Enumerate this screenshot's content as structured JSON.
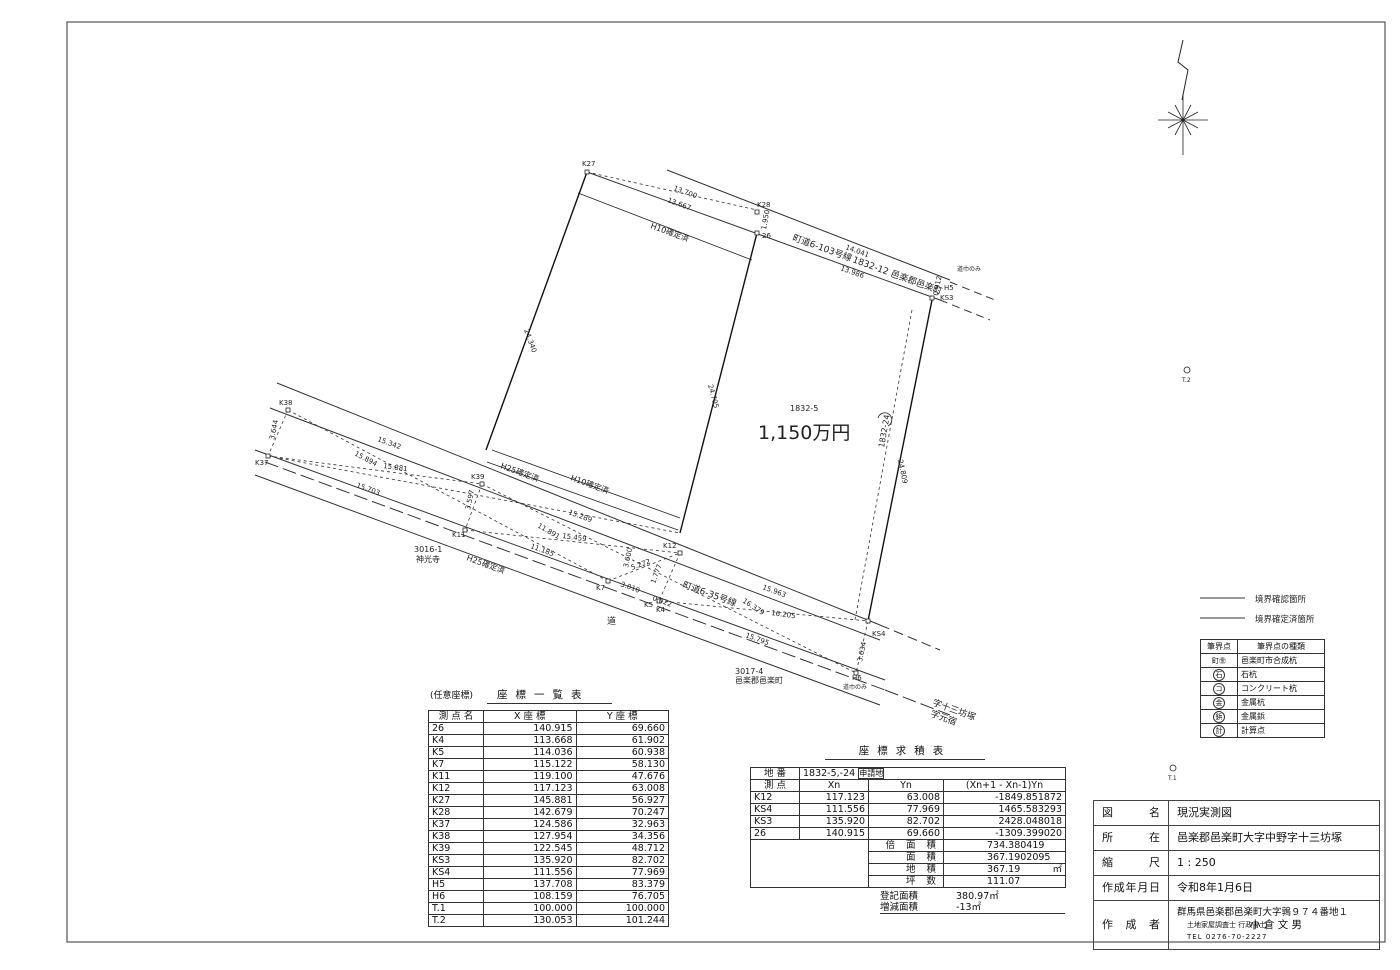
{
  "map": {
    "parcel_id": "1832-5",
    "price": "1,150万円",
    "points": [
      "K27",
      "K28",
      "26",
      "H5",
      "KS3",
      "K38",
      "K37",
      "K39",
      "K11",
      "K12",
      "K7",
      "K5",
      "K4",
      "KS4",
      "H6"
    ],
    "distances": [
      "13.700",
      "13.667",
      "14.041",
      "13.986",
      "1.950",
      "0.912",
      "24.340",
      "24.705",
      "24.809",
      "15.342",
      "15.894",
      "15.881",
      "15.703",
      "3.644",
      "3.597",
      "15.289",
      "11.891",
      "15.459",
      "11.185",
      "3.600",
      "5.272",
      "3.010",
      "1.777",
      "0.022",
      "15.963",
      "16.379",
      "16.205",
      "15.795",
      "3.634"
    ],
    "notes": [
      "H10確定済",
      "H25確定済",
      "H10確定済",
      "H25確定済",
      "町道6-103号線",
      "1832-12 邑楽郡邑楽町",
      "町道6-35号線",
      "道",
      "1832-24",
      "3016-1",
      "神光寺",
      "3017-4",
      "邑楽郡邑楽町",
      "字十三坊塚",
      "字元宿",
      "道巾のみ",
      "道巾のみ",
      "T.1",
      "T.2"
    ]
  },
  "legend": {
    "lines": [
      "境界確認箇所",
      "境界確定済箇所"
    ],
    "header": [
      "筆界点",
      "筆界点の種類"
    ],
    "rows": [
      {
        "mark": "町㊎",
        "label": "邑楽町市合成杭"
      },
      {
        "mark": "石",
        "label": "石杭"
      },
      {
        "mark": "コ",
        "label": "コンクリート杭"
      },
      {
        "mark": "金",
        "label": "金属杭"
      },
      {
        "mark": "鋲",
        "label": "金属鋲"
      },
      {
        "mark": "計",
        "label": "計算点"
      }
    ]
  },
  "coord_table": {
    "note": "(任意座標)",
    "title": "座標一覧表",
    "headers": [
      "測 点 名",
      "X 座 標",
      "Y 座 標"
    ],
    "rows": [
      [
        "26",
        "140.915",
        "69.660"
      ],
      [
        "K4",
        "113.668",
        "61.902"
      ],
      [
        "K5",
        "114.036",
        "60.938"
      ],
      [
        "K7",
        "115.122",
        "58.130"
      ],
      [
        "K11",
        "119.100",
        "47.676"
      ],
      [
        "K12",
        "117.123",
        "63.008"
      ],
      [
        "K27",
        "145.881",
        "56.927"
      ],
      [
        "K28",
        "142.679",
        "70.247"
      ],
      [
        "K37",
        "124.586",
        "32.963"
      ],
      [
        "K38",
        "127.954",
        "34.356"
      ],
      [
        "K39",
        "122.545",
        "48.712"
      ],
      [
        "KS3",
        "135.920",
        "82.702"
      ],
      [
        "KS4",
        "111.556",
        "77.969"
      ],
      [
        "H5",
        "137.708",
        "83.379"
      ],
      [
        "H6",
        "108.159",
        "76.705"
      ],
      [
        "T.1",
        "100.000",
        "100.000"
      ],
      [
        "T.2",
        "130.053",
        "101.244"
      ]
    ]
  },
  "area_table": {
    "title": "座標求積表",
    "lot_label": "地 番",
    "lot_value": "1832-5,-24",
    "lot_tag": "申請地",
    "headers": [
      "測 点",
      "Xn",
      "Yn",
      "(Xn+1 - Xn-1)Yn"
    ],
    "rows": [
      [
        "K12",
        "117.123",
        "63.008",
        "-1849.851872"
      ],
      [
        "KS4",
        "111.556",
        "77.969",
        "1465.583293"
      ],
      [
        "KS3",
        "135.920",
        "82.702",
        "2428.048018"
      ],
      [
        "26",
        "140.915",
        "69.660",
        "-1309.399020"
      ]
    ],
    "summary": [
      {
        "label": "倍 面 積",
        "value": "734.380419",
        "unit": ""
      },
      {
        "label": "面 積",
        "value": "367.1902095",
        "unit": ""
      },
      {
        "label": "地 積",
        "value": "367.19",
        "unit": "㎡"
      },
      {
        "label": "坪 数",
        "value": "111.07",
        "unit": ""
      }
    ],
    "registered_label": "登記面積",
    "registered_value": "380.97㎡",
    "diff_label": "増減面積",
    "diff_value": "-13㎡"
  },
  "title_block": {
    "rows": [
      {
        "label": "図 名",
        "value": "現況実測図"
      },
      {
        "label": "所 在",
        "value": "邑楽郡邑楽町大字中野字十三坊塚"
      },
      {
        "label": "縮 尺",
        "value": "1 : 250"
      },
      {
        "label": "作成年月日",
        "value": "令和8年1月6日"
      }
    ],
    "author_label": "作 成 者",
    "author_address": "群馬県邑楽郡邑楽町大字鶉９７４番地１",
    "author_titles": "土地家屋調査士 行政書士",
    "author_name": "小 倉 文 男",
    "author_tel": "TEL 0276-70-2227"
  }
}
